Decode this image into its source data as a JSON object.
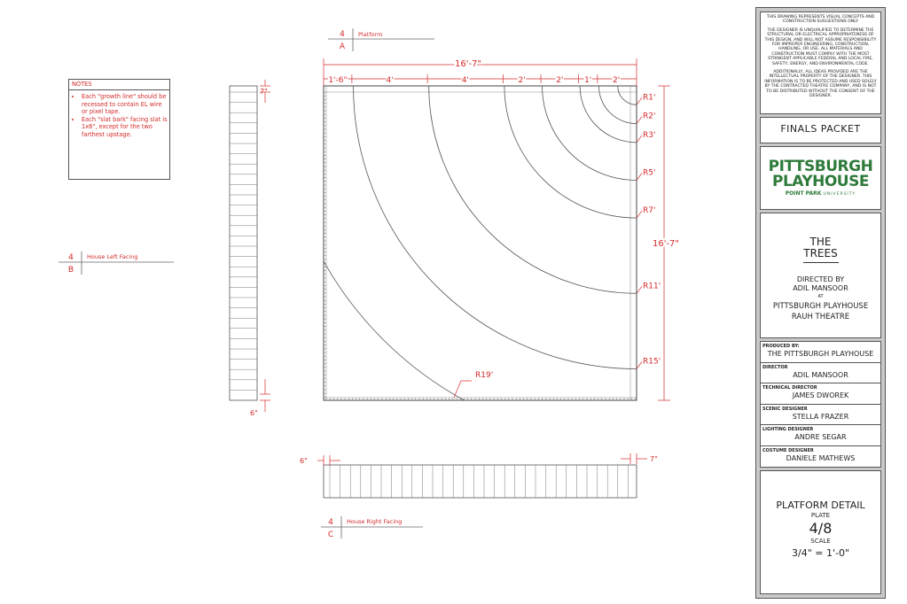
{
  "notes": {
    "heading": "NOTES",
    "items": [
      "Each \"growth line\" should be recessed to contain EL wire or pixel tape.",
      "Each \"slat bark\" facing slat is 1x6\", except for the two farthest upstage."
    ]
  },
  "callouts": {
    "platform": {
      "number": "4",
      "letter": "A",
      "label": "Platform"
    },
    "house_left": {
      "number": "4",
      "letter": "B",
      "label": "House Left Facing"
    },
    "house_right": {
      "number": "4",
      "letter": "C",
      "label": "House Right Facing"
    }
  },
  "dimensions": {
    "overall_width": "16'-7\"",
    "overall_height": "16'-7\"",
    "segments": [
      "1'-6\"",
      "4'",
      "4'",
      "2'",
      "2'",
      "1'",
      "2'"
    ],
    "radii": [
      "R1'",
      "R2'",
      "R3'",
      "R5'",
      "R7'",
      "R11'",
      "R15'",
      "R19'"
    ],
    "left_top": "7\"",
    "left_bottom": "6\"",
    "bottom_left": "6\"",
    "bottom_right": "7\""
  },
  "title_block": {
    "disclaimer": [
      "THIS DRAWING REPRESENTS VISUAL CONCEPTS AND CONSTRUCTION SUGGESTIONS ONLY",
      "THE DESIGNER IS UNQUALIFIED TO DETERMINE THE STRUCTURAL OR ELECTRICAL APPROPRIATENESS OF THIS DESIGN, AND WILL NOT ASSUME RESPONSIBILITY FOR IMPROPER ENGINEERING, CONSTRUCTION, HANDLING, OR USE. ALL MATERIALS AND CONSTRUCTION MUST COMPLY WITH THE MOST STRINGENT APPLICABLE FEDERAL AND LOCAL FIRE, SAFETY, ENERGY, AND ENVIRONMENTAL CODE.",
      "ADDITIONALLY, ALL IDEAS PROVIDED ARE THE INTELLECTUAL PROPERTY OF THE DESIGNER. THIS INFORMATION IS TO BE PROTECTED AND USED SOLELY BY THE CONTRACTED THEATRE COMPANY, AND IS NOT TO BE DISTRIBUTED WITHOUT THE CONSENT OF THE DESIGNER."
    ],
    "packet": "FINALS PACKET",
    "logo": {
      "line1": "PITTSBURGH",
      "line2": "PLAYHOUSE",
      "line3a": "POINT PARK",
      "line3b": "UNIVERSITY"
    },
    "show": {
      "title_line1": "THE",
      "title_line2": "TREES",
      "directed_by": "DIRECTED BY",
      "director": "ADIL MANSOOR",
      "at": "AT",
      "venue1": "PITTSBURGH PLAYHOUSE",
      "venue2": "RAUH THEATRE"
    },
    "credits": [
      {
        "role": "PRODUCED BY:",
        "name": "THE PITTSBURGH PLAYHOUSE"
      },
      {
        "role": "DIRECTOR",
        "name": "ADIL MANSOOR"
      },
      {
        "role": "TECHNICAL DIRECTOR",
        "name": "JAMES DWOREK"
      },
      {
        "role": "SCENIC DESIGNER",
        "name": "STELLA FRAZER"
      },
      {
        "role": "LIGHTING DESIGNER",
        "name": "ANDRE SEGAR"
      },
      {
        "role": "COSTUME DESIGNER",
        "name": "DANIELE MATHEWS"
      }
    ],
    "plate": {
      "title": "PLATFORM DETAIL",
      "plate_label": "PLATE",
      "plate_number": "4/8",
      "scale_label": "SCALE",
      "scale": "3/4\" = 1'-0\""
    }
  },
  "colors": {
    "annotation": "#d42a2a",
    "line": "#444444",
    "logo_green": "#2e7a3a"
  }
}
